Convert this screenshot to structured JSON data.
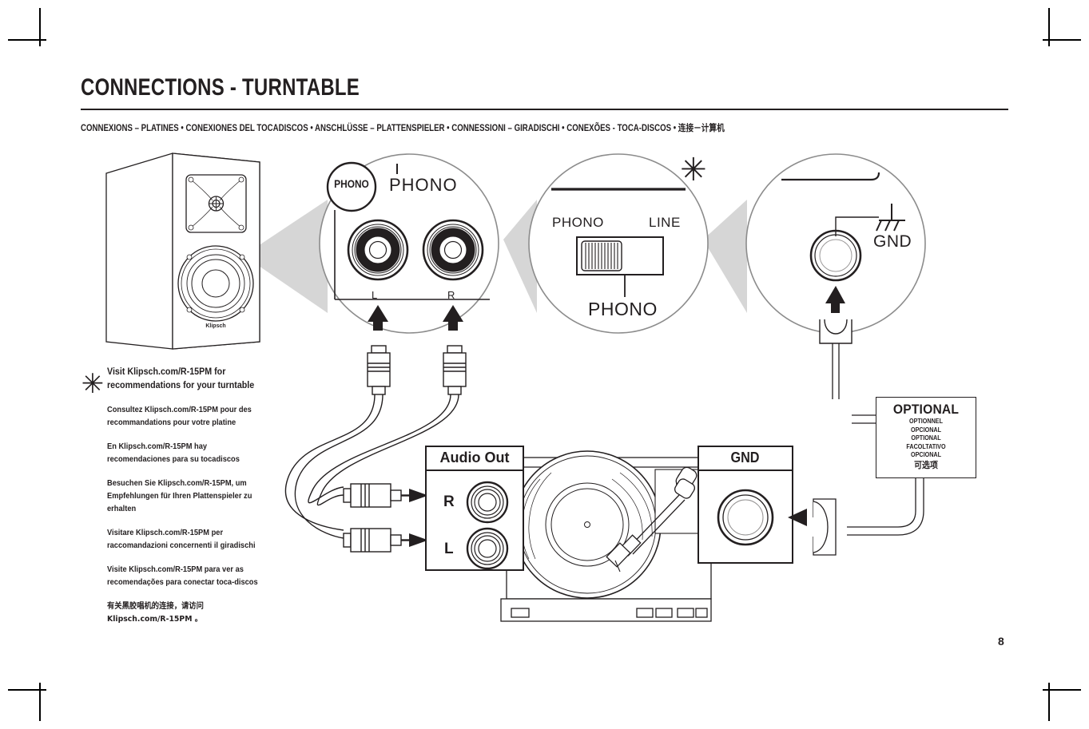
{
  "document": {
    "title": "CONNECTIONS - TURNTABLE",
    "subtitle_languages": "CONNEXIONS – PLATINES  • CONEXIONES DEL TOCADISCOS  •  ANSCHLÜSSE – PLATTENSPIELER • CONNESSIONI – GIRADISCHI •  CONEXÕES - TOCA-DISCOS  • ",
    "subtitle_cjk": "连接－计算机",
    "page_number": "8"
  },
  "note": {
    "marker": "✳",
    "english": "Visit Klipsch.com/R-15PM for recommendations for your turntable",
    "french": "Consultez Klipsch.com/R-15PM pour des recommandations pour votre platine",
    "spanish": "En Klipsch.com/R-15PM hay recomendaciones para su tocadiscos",
    "german": "Besuchen Sie Klipsch.com/R-15PM, um Empfehlungen für Ihren Plattenspieler zu erhalten",
    "italian": "Visitare Klipsch.com/R-15PM per raccomandazioni concernenti il giradischi",
    "portuguese": "Visite Klipsch.com/R-15PM para ver as recomendações para conectar toca-discos",
    "chinese": "有关黑胶唱机的连接，请访问 Klipsch.com/R-15PM 。"
  },
  "callout_phono": {
    "badge_label": "PHONO",
    "input_label": "PHONO",
    "jack_left_label": "L",
    "jack_right_label": "R"
  },
  "callout_switch": {
    "position_left_label": "PHONO",
    "position_right_label": "LINE",
    "selected_label": "PHONO",
    "marker": "✳"
  },
  "callout_ground": {
    "terminal_label": "GND"
  },
  "turntable": {
    "audio_out_title": "Audio Out",
    "audio_out_right_label": "R",
    "audio_out_left_label": "L",
    "ground_title": "GND"
  },
  "optional_box": {
    "english": "OPTIONAL",
    "french": "OPTIONNEL",
    "spanish": "OPCIONAL",
    "german": "OPTIONAL",
    "italian": "FACOLTATIVO",
    "portuguese": "OPCIONAL",
    "chinese": "可选项"
  },
  "colors": {
    "ink": "#231f20",
    "wedge_gray": "#d6d6d6",
    "circle_outline": "#8c8c8c"
  }
}
